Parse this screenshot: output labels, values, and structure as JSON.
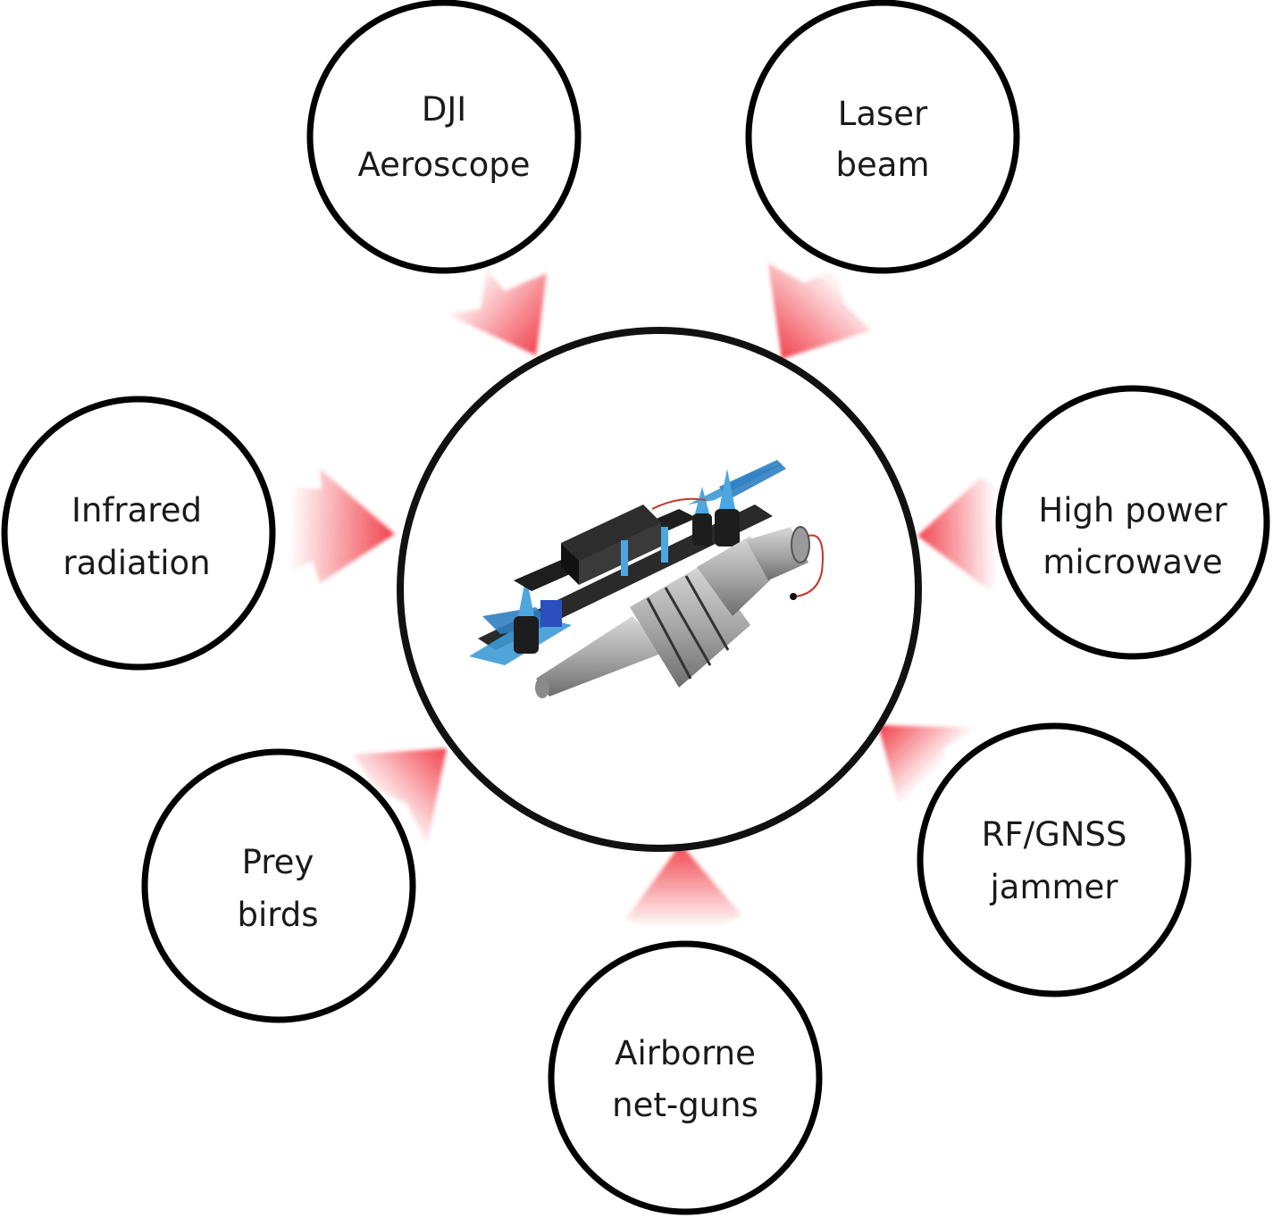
{
  "diagram": {
    "center": {
      "image": "drone-with-jet-engine-illustration"
    },
    "nodes": [
      {
        "id": "dji",
        "line1": "DJI",
        "line2": "Aeroscope"
      },
      {
        "id": "laser",
        "line1": "Laser",
        "line2": "beam"
      },
      {
        "id": "infrared",
        "line1": "Infrared",
        "line2": "radiation"
      },
      {
        "id": "microwave",
        "line1": "High power",
        "line2": "microwave"
      },
      {
        "id": "prey",
        "line1": "Prey",
        "line2": "birds"
      },
      {
        "id": "jammer",
        "line1": "RF/GNSS",
        "line2": "jammer"
      },
      {
        "id": "netguns",
        "line1": "Airborne",
        "line2": "net-guns"
      }
    ],
    "colors": {
      "arrow": "#f0303c",
      "circle_stroke": "#000000",
      "background": "#ffffff",
      "drone_blue": "#3d9ad6",
      "drone_body": "#b8b8b8",
      "drone_dark": "#222222"
    }
  }
}
